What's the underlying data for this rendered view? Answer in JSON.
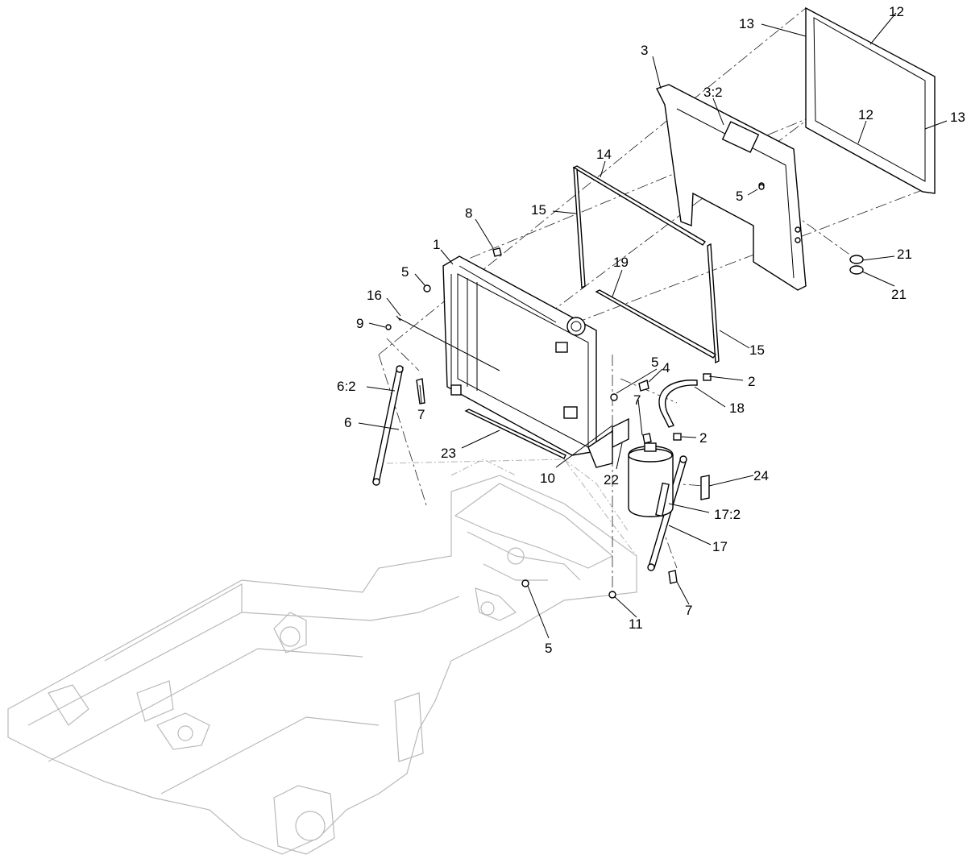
{
  "callouts": [
    {
      "id": "c12a",
      "label": "12"
    },
    {
      "id": "c13a",
      "label": "13"
    },
    {
      "id": "c3",
      "label": "3"
    },
    {
      "id": "c32",
      "label": "3:2"
    },
    {
      "id": "c12b",
      "label": "12"
    },
    {
      "id": "c13b",
      "label": "13"
    },
    {
      "id": "c14",
      "label": "14"
    },
    {
      "id": "c15a",
      "label": "15"
    },
    {
      "id": "c5a",
      "label": "5"
    },
    {
      "id": "c8",
      "label": "8"
    },
    {
      "id": "c1",
      "label": "1"
    },
    {
      "id": "c5b",
      "label": "5"
    },
    {
      "id": "c19",
      "label": "19"
    },
    {
      "id": "c21a",
      "label": "21"
    },
    {
      "id": "c21b",
      "label": "21"
    },
    {
      "id": "c16",
      "label": "16"
    },
    {
      "id": "c9",
      "label": "9"
    },
    {
      "id": "c15b",
      "label": "15"
    },
    {
      "id": "c5c",
      "label": "5"
    },
    {
      "id": "c4",
      "label": "4"
    },
    {
      "id": "c2a",
      "label": "2"
    },
    {
      "id": "c62",
      "label": "6:2"
    },
    {
      "id": "c7a",
      "label": "7"
    },
    {
      "id": "c18",
      "label": "18"
    },
    {
      "id": "c7b",
      "label": "7"
    },
    {
      "id": "c2b",
      "label": "2"
    },
    {
      "id": "c6",
      "label": "6"
    },
    {
      "id": "c23",
      "label": "23"
    },
    {
      "id": "c10",
      "label": "10"
    },
    {
      "id": "c22",
      "label": "22"
    },
    {
      "id": "c24",
      "label": "24"
    },
    {
      "id": "c172",
      "label": "17:2"
    },
    {
      "id": "c17",
      "label": "17"
    },
    {
      "id": "c7c",
      "label": "7"
    },
    {
      "id": "c11",
      "label": "11"
    },
    {
      "id": "c5d",
      "label": "5"
    }
  ]
}
